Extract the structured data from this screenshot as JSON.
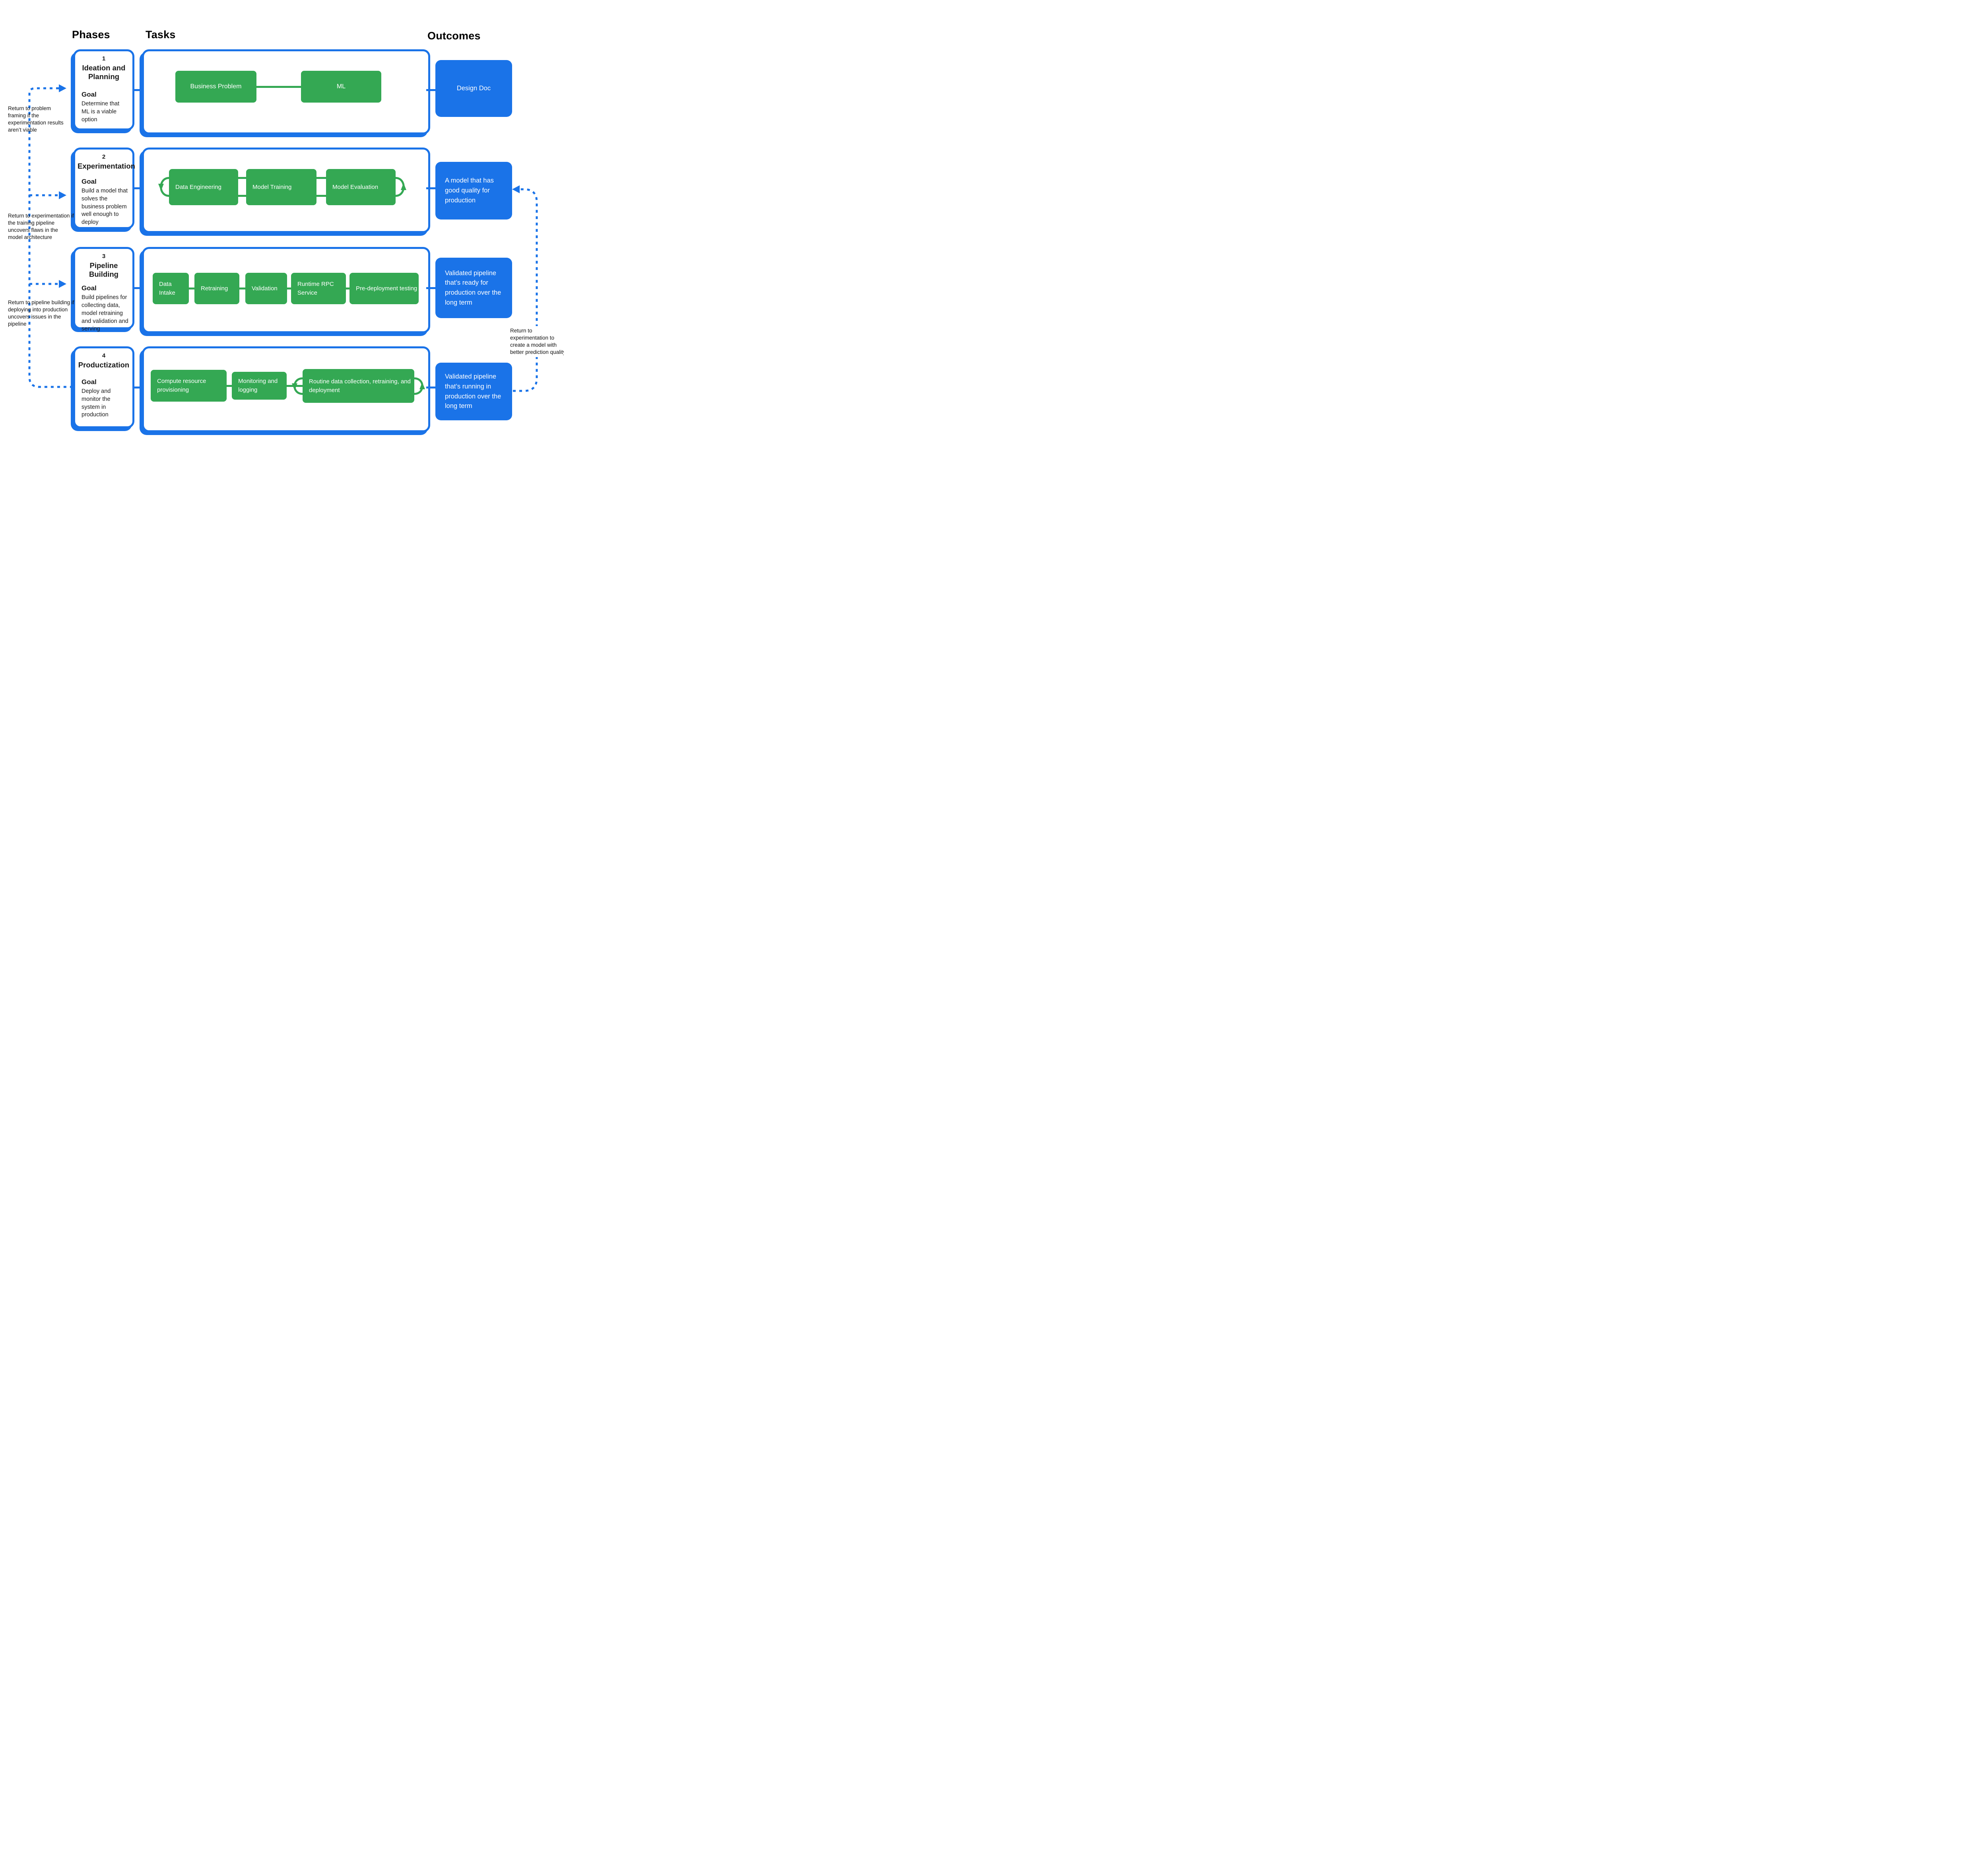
{
  "headers": {
    "phases": "Phases",
    "tasks": "Tasks",
    "outcomes": "Outcomes"
  },
  "colors": {
    "accent_blue": "#1A73E8",
    "task_green": "#34A853",
    "text": "#1a1a1a"
  },
  "rows": [
    {
      "number": "1",
      "title": "Ideation and Planning",
      "goal_label": "Goal",
      "goal": "Determine that ML is a viable option",
      "tasks": [
        "Business Problem",
        "ML"
      ],
      "outcome": "Design Doc"
    },
    {
      "number": "2",
      "title": "Experimentation",
      "goal_label": "Goal",
      "goal": "Build a model that solves the business problem well enough to deploy",
      "tasks": [
        "Data Engineering",
        "Model Training",
        "Model Evaluation"
      ],
      "outcome": "A model that has good quality for production"
    },
    {
      "number": "3",
      "title": "Pipeline Building",
      "goal_label": "Goal",
      "goal": "Build pipelines for collecting data, model retraining and validation and serving",
      "tasks": [
        "Data Intake",
        "Retraining",
        "Validation",
        "Runtime RPC Service",
        "Pre-deployment testing"
      ],
      "outcome": "Validated pipeline that’s ready for production over the long term"
    },
    {
      "number": "4",
      "title": "Productization",
      "goal_label": "Goal",
      "goal": "Deploy and monitor the system in production",
      "tasks": [
        "Compute resource provisioning",
        "Monitoring and logging",
        "Routine data collection, retraining, and deployment"
      ],
      "outcome": "Validated pipeline that’s running in production over the long term"
    }
  ],
  "return_paths": {
    "to_problem_framing": "Return to problem framing if the experimentation results aren’t viable",
    "to_experimentation": "Return to experimentation if the training pipeline uncovers flaws in the model architecture",
    "to_pipeline_building": "Return to pipeline building if deploying into production uncovers issues in the pipeline",
    "to_experimentation_right": "Return to experimentation to create a model with better prediction quality"
  }
}
